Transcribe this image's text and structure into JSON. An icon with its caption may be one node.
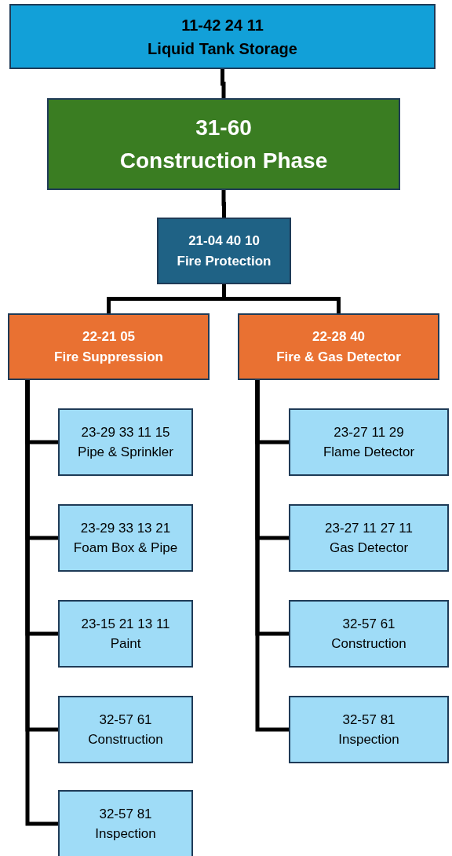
{
  "diagram": {
    "nodes": [
      {
        "text": [
          "11-42 24 11",
          "Liquid Tank Storage"
        ]
      },
      {
        "text": [
          "31-60",
          "Construction Phase"
        ]
      },
      {
        "text": [
          "21-04 40 10",
          "Fire Protection"
        ]
      },
      {
        "text": [
          "22-21 05",
          "Fire Suppression"
        ]
      },
      {
        "text": [
          "22-28 40",
          "Fire & Gas Detector"
        ]
      },
      {
        "text": [
          "23-29 33 11 15",
          "Pipe & Sprinkler"
        ]
      },
      {
        "text": [
          "23-29 33 13 21",
          "Foam Box & Pipe"
        ]
      },
      {
        "text": [
          "23-15 21 13 11",
          "Paint"
        ]
      },
      {
        "text": [
          "32-57 61",
          "Construction"
        ]
      },
      {
        "text": [
          "32-57 81",
          "Inspection"
        ]
      },
      {
        "text": [
          "23-27 11 29",
          "Flame Detector"
        ]
      },
      {
        "text": [
          "23-27 11 27 11",
          "Gas Detector"
        ]
      },
      {
        "text": [
          "32-57 61",
          "Construction"
        ]
      },
      {
        "text": [
          "32-57 81",
          "Inspection"
        ]
      }
    ],
    "edges": [
      {
        "from": 0,
        "to": 1,
        "arrow": "none"
      },
      {
        "from": 1,
        "to": 2,
        "arrow": "none"
      },
      {
        "from": 2,
        "to": 3,
        "arrow": "none"
      },
      {
        "from": 2,
        "to": 4,
        "arrow": "none"
      },
      {
        "from": 3,
        "to": 5,
        "arrow": "none"
      },
      {
        "from": 3,
        "to": 6,
        "arrow": "none"
      },
      {
        "from": 3,
        "to": 7,
        "arrow": "none"
      },
      {
        "from": 3,
        "to": 8,
        "arrow": "none"
      },
      {
        "from": 3,
        "to": 9,
        "arrow": "none"
      },
      {
        "from": 4,
        "to": 10,
        "arrow": "none"
      },
      {
        "from": 4,
        "to": 11,
        "arrow": "none"
      },
      {
        "from": 4,
        "to": 12,
        "arrow": "none"
      },
      {
        "from": 4,
        "to": 13,
        "arrow": "none"
      }
    ]
  }
}
